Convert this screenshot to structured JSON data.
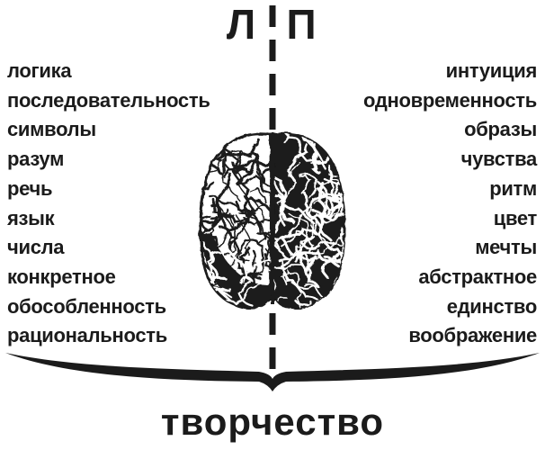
{
  "header": {
    "left_hemisphere_label": "Л",
    "right_hemisphere_label": "П"
  },
  "left_column": {
    "items": [
      "логика",
      "последовательность",
      "символы",
      "разум",
      "речь",
      "язык",
      "числа",
      "конкретное",
      "обособленность",
      "рациональность"
    ]
  },
  "right_column": {
    "items": [
      "интуиция",
      "одновременность",
      "образы",
      "чувства",
      "ритм",
      "цвет",
      "мечты",
      "абстрактное",
      "единство",
      "воображение"
    ]
  },
  "footer": {
    "creativity_label": "творчество"
  },
  "icons": {
    "brain": "brain-top-view-engraving",
    "divider": "vertical-dashed-line",
    "brace": "downward-curly-brace"
  },
  "colors": {
    "ink": "#1b1b1b",
    "background": "#ffffff"
  }
}
